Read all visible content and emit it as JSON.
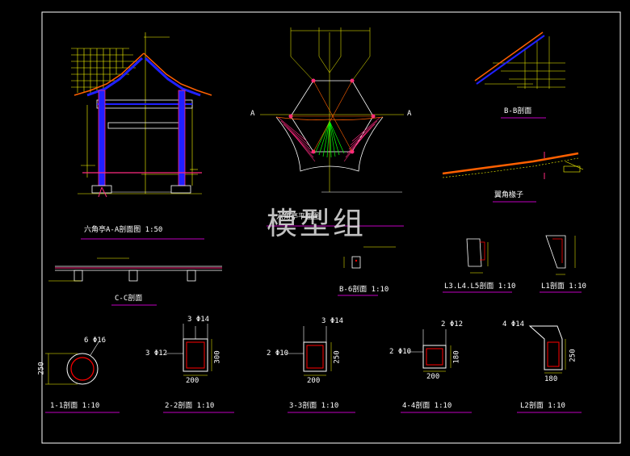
{
  "titles": {
    "hex_section": "六角亭A-A剖面图 1:50",
    "plan": "六角亭平面图",
    "bb": "B-B剖面",
    "rafter": "翼角椽子",
    "cc": "C-C剖面",
    "b6": "B-6剖面 1:10",
    "l3l4l5": "L3.L4.L5剖面 1:10",
    "l1": "L1剖面 1:10",
    "s11": "1-1剖面 1:10",
    "s22": "2-2剖面 1:10",
    "s33": "3-3剖面 1:10",
    "s44": "4-4剖面 1:10",
    "l2": "L2剖面 1:10"
  },
  "watermark": "模型组",
  "plan_section_marks": {
    "left": "A",
    "right": "A"
  },
  "rebar": {
    "s11_ring": "6 Φ16",
    "s22_top": "3 Φ14",
    "s22_side": "3 Φ12",
    "s33_top": "3 Φ14",
    "s33_side": "2 Φ10",
    "s44_top": "2 Φ12",
    "s44_side": "2 Φ10",
    "l2_top": "4 Φ14"
  },
  "dims": {
    "s11_h": "250",
    "s22_w": "200",
    "s22_h": "300",
    "s33_w": "200",
    "s33_h": "250",
    "s44_w": "200",
    "s44_h": "180",
    "l2_w": "180",
    "l2_h": "250"
  },
  "colors": {
    "background": "#000000",
    "outline": "#ffffff",
    "dimension": "#ffff00",
    "rebar": "#ff0000",
    "title_underline": "#c000c0",
    "structure": "#2020ff",
    "roof_line": "#ff6000",
    "green_frame": "#00ff00"
  }
}
